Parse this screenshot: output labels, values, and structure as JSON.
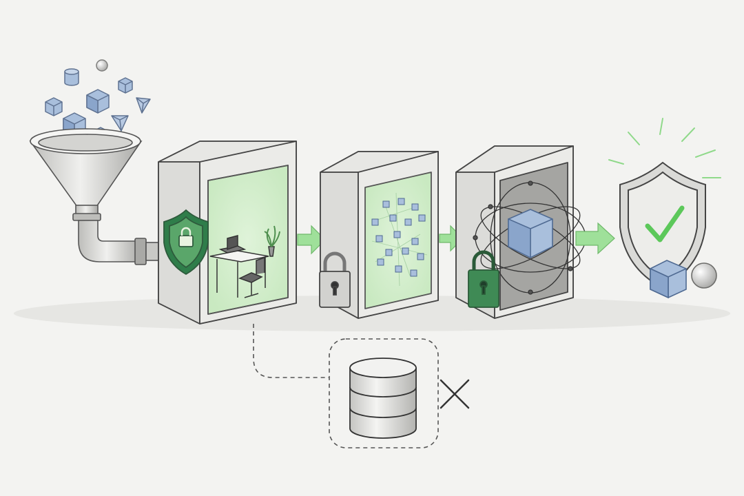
{
  "colors": {
    "background": "#f3f3f1",
    "ink": "#4a4a4a",
    "panel_face": "#ececea",
    "panel_side": "#d9d9d6",
    "panel_top": "#e4e4e1",
    "accent_green": "#7fd27a",
    "dark_green": "#2f7d4a",
    "glow_green": "#d8f0d2",
    "cube_blue": "#a9bfdc",
    "cube_blue_dark": "#7f9cc4",
    "metal": "#c9c9c6"
  },
  "icons": {
    "funnel": "funnel-icon",
    "pipe": "pipe-icon",
    "shield_lock": "shield-lock-icon",
    "desk": "desk-workspace-icon",
    "padlock": "padlock-icon",
    "data_points": "data-points-icon",
    "cube_orbit": "cube-orbit-icon",
    "verified_shield": "verified-shield-icon",
    "database": "database-icon",
    "cross": "cross-icon",
    "arrow": "arrow-right-icon"
  },
  "stages": [
    {
      "id": "intake",
      "icon": "funnel-icon"
    },
    {
      "id": "secure-workspace",
      "icon": "shield-lock-icon"
    },
    {
      "id": "encrypted-processing",
      "icon": "padlock-icon"
    },
    {
      "id": "isolated-compute",
      "icon": "cube-orbit-icon"
    },
    {
      "id": "verified-output",
      "icon": "verified-shield-icon"
    }
  ],
  "storage": {
    "icon": "database-icon",
    "status_icon": "cross-icon",
    "status": "not-stored"
  }
}
